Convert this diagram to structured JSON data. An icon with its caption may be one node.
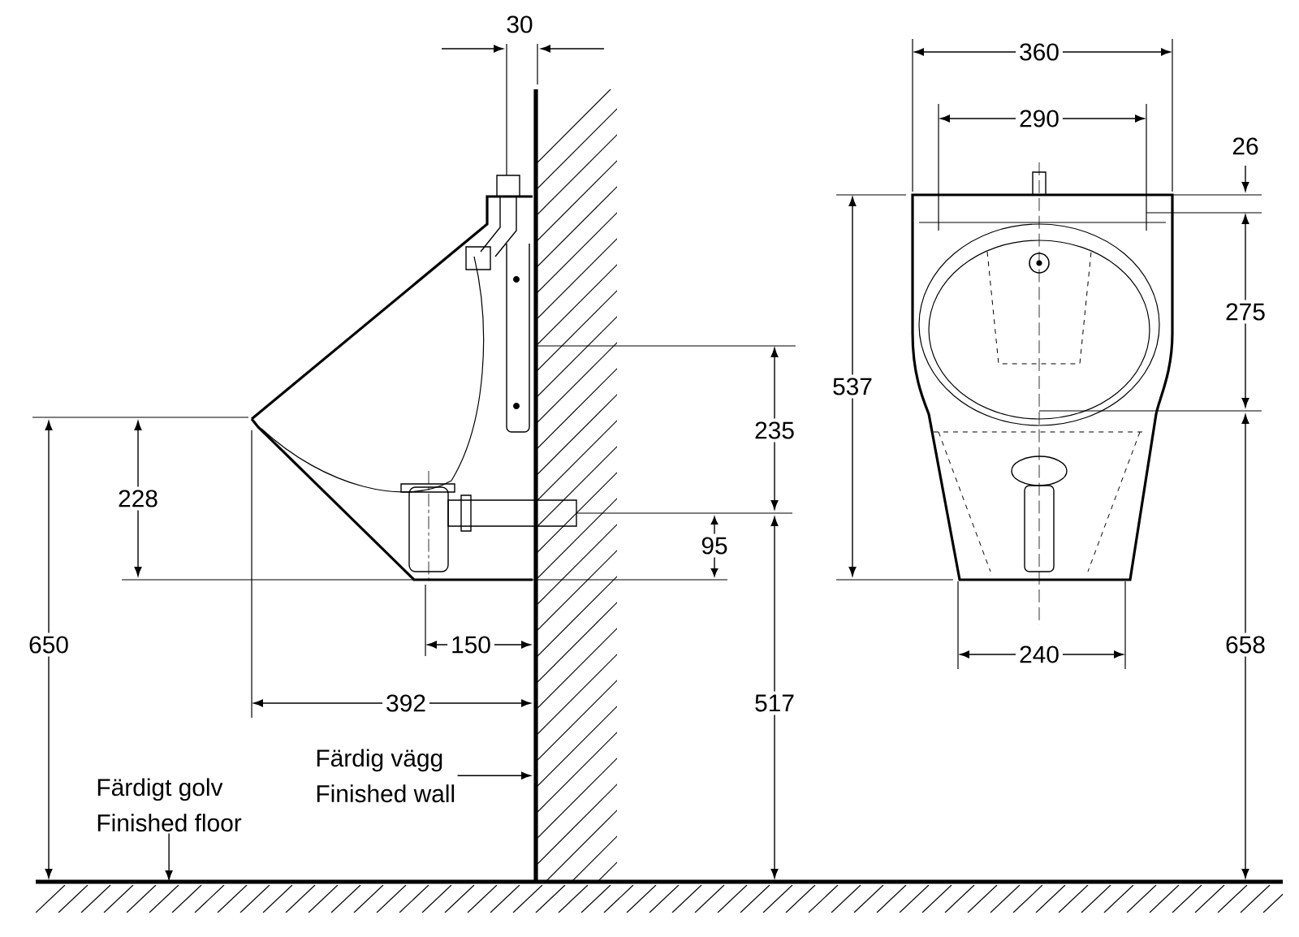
{
  "diagram": {
    "nodes": [
      {
        "text": [
          "Färdigt golv",
          "Finished floor"
        ]
      },
      {
        "text": [
          "Färdig vägg",
          "Finished wall"
        ]
      }
    ],
    "edges": [
      {
        "from": 0,
        "to": null,
        "arrow": "to"
      },
      {
        "from": 1,
        "to": null,
        "arrow": "to"
      }
    ],
    "labels": [
      "30",
      "360",
      "290",
      "26",
      "275",
      "537",
      "235",
      "228",
      "95",
      "650",
      "150",
      "240",
      "658",
      "392",
      "517"
    ]
  }
}
